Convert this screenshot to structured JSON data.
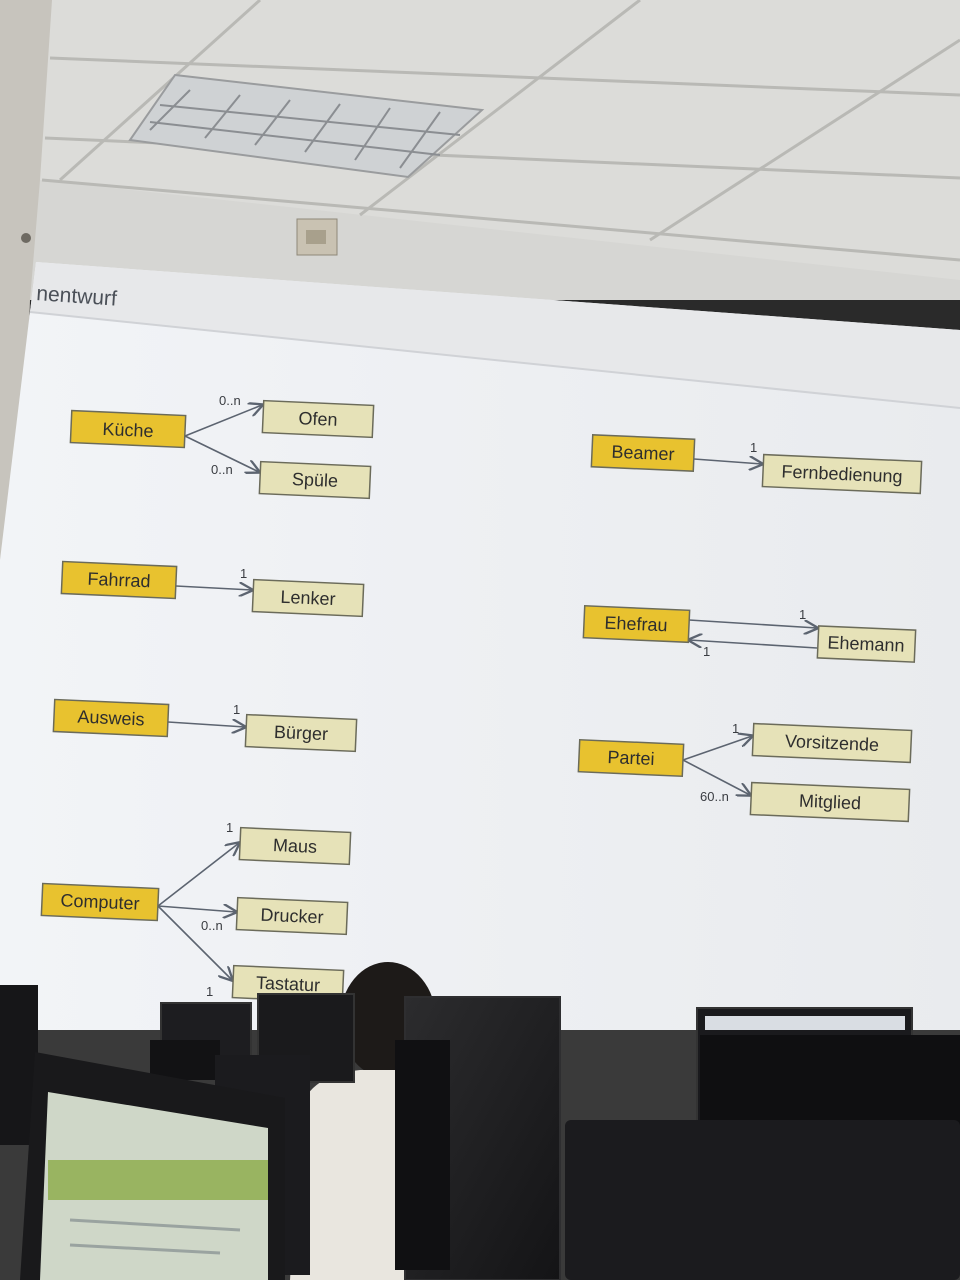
{
  "slide": {
    "title": "nentwurf",
    "colors": {
      "primary_fill": "#e8c22f",
      "secondary_fill": "#e6e2b8",
      "box_border": "#6b6b5a",
      "arrow": "#5c6470",
      "screen": "#eef0f2",
      "ceiling": "#d9d9d6"
    }
  },
  "diagram": {
    "kueche": {
      "source": "Küche",
      "targets": [
        {
          "label": "Ofen",
          "multiplicity": "0..n"
        },
        {
          "label": "Spüle",
          "multiplicity": "0..n"
        }
      ]
    },
    "fahrrad": {
      "source": "Fahrrad",
      "targets": [
        {
          "label": "Lenker",
          "multiplicity": "1"
        }
      ]
    },
    "ausweis": {
      "source": "Ausweis",
      "targets": [
        {
          "label": "Bürger",
          "multiplicity": "1"
        }
      ]
    },
    "computer": {
      "source": "Computer",
      "targets": [
        {
          "label": "Maus",
          "multiplicity": "1"
        },
        {
          "label": "Drucker",
          "multiplicity": "0..n"
        },
        {
          "label": "Tastatur",
          "multiplicity": "1"
        }
      ]
    },
    "beamer": {
      "source": "Beamer",
      "targets": [
        {
          "label": "Fernbedienung",
          "multiplicity": "1"
        }
      ]
    },
    "ehefrau": {
      "source": "Ehefrau",
      "target": "Ehemann",
      "multiplicity_forward": "1",
      "multiplicity_back": "1"
    },
    "partei": {
      "source": "Partei",
      "targets": [
        {
          "label": "Vorsitzende",
          "multiplicity": "1"
        },
        {
          "label": "Mitglied",
          "multiplicity": "60..n"
        }
      ]
    }
  }
}
